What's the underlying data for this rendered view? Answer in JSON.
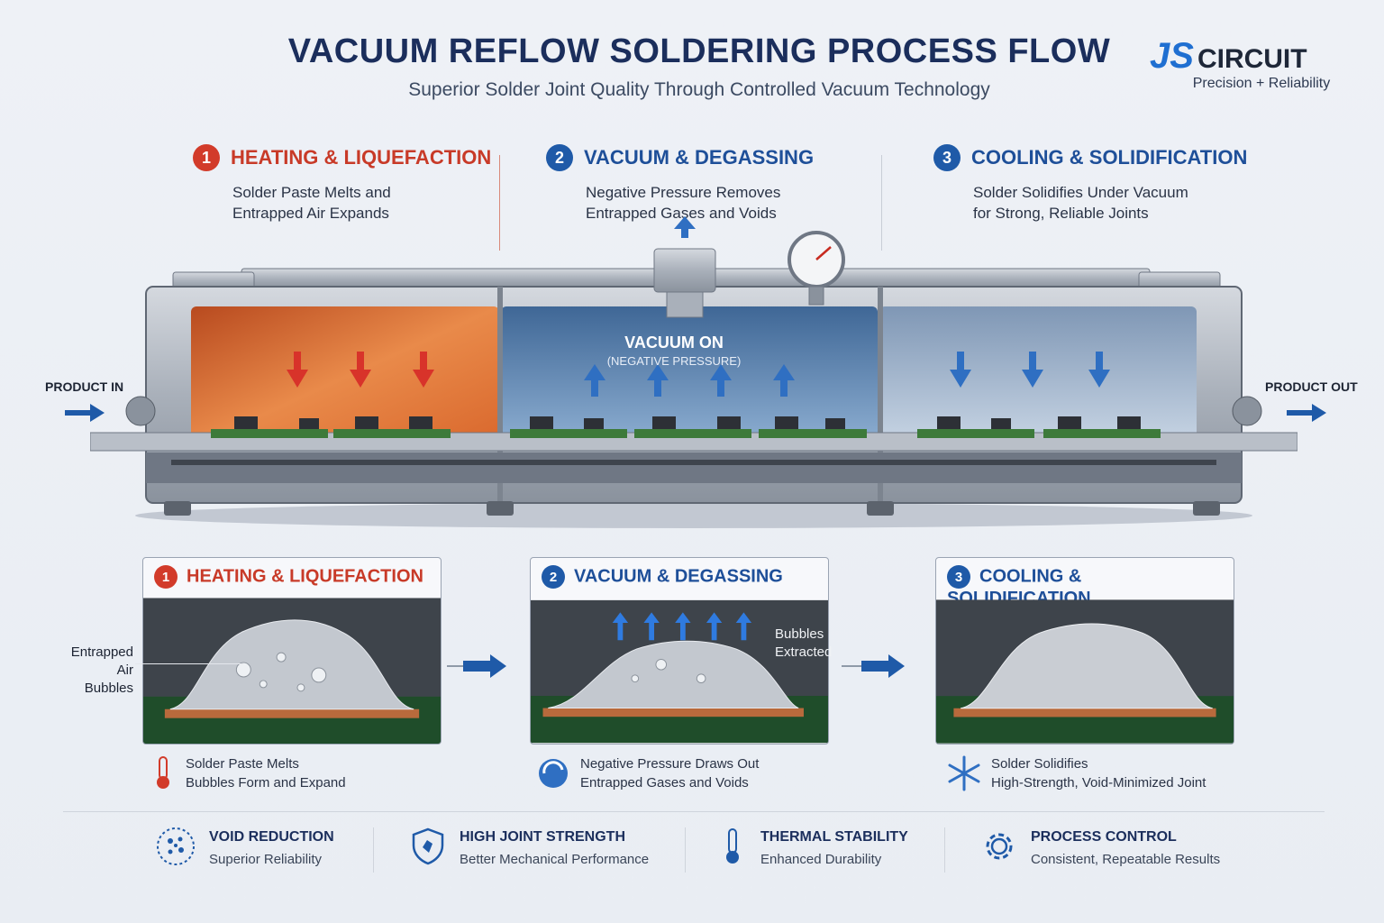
{
  "header": {
    "title": "VACUUM REFLOW SOLDERING PROCESS FLOW",
    "subtitle": "Superior Solder Joint Quality Through Controlled Vacuum Technology",
    "logo_mark": "JS",
    "logo_word": "CIRCUIT",
    "tagline": "Precision + Reliability"
  },
  "stages": [
    {
      "number": "1",
      "title": "HEATING & LIQUEFACTION",
      "desc_1": "Solder Paste Melts and",
      "desc_2": "Entrapped Air Expands",
      "color": "#d23b2a"
    },
    {
      "number": "2",
      "title": "VACUUM & DEGASSING",
      "desc_1": "Negative Pressure Removes",
      "desc_2": "Entrapped Gases and Voids",
      "color": "#1f5aa8"
    },
    {
      "number": "3",
      "title": "COOLING & SOLIDIFICATION",
      "desc_1": "Solder Solidifies Under Vacuum",
      "desc_2": "for Strong, Reliable Joints",
      "color": "#1f5aa8"
    }
  ],
  "oven": {
    "product_in": "PRODUCT IN",
    "product_out": "PRODUCT OUT",
    "vacuum_label": "VACUUM ON",
    "vacuum_sub": "(NEGATIVE PRESSURE)"
  },
  "cards": [
    {
      "number": "1",
      "title": "HEATING & LIQUEFACTION",
      "caption_1": "Solder Paste Melts",
      "caption_2": "Bubbles Form and Expand",
      "icon": "thermometer-icon"
    },
    {
      "number": "2",
      "title": "VACUUM & DEGASSING",
      "caption_1": "Negative Pressure Draws Out",
      "caption_2": "Entrapped Gases and Voids",
      "icon": "vacuum-swirl-icon"
    },
    {
      "number": "3",
      "title": "COOLING & SOLIDIFICATION",
      "caption_1": "Solder Solidifies",
      "caption_2": "High-Strength, Void-Minimized Joint",
      "icon": "snowflake-icon"
    }
  ],
  "annotations": {
    "bubbles_1": "Entrapped",
    "bubbles_2": "Air Bubbles",
    "extracted_1": "Bubbles",
    "extracted_2": "Extracted"
  },
  "features": [
    {
      "title": "VOID REDUCTION",
      "subtitle": "Superior Reliability",
      "icon": "void-circle-icon"
    },
    {
      "title": "HIGH JOINT STRENGTH",
      "subtitle": "Better Mechanical Performance",
      "icon": "shield-icon"
    },
    {
      "title": "THERMAL STABILITY",
      "subtitle": "Enhanced Durability",
      "icon": "thermometer-icon"
    },
    {
      "title": "PROCESS CONTROL",
      "subtitle": "Consistent, Repeatable Results",
      "icon": "gear-icon"
    }
  ]
}
